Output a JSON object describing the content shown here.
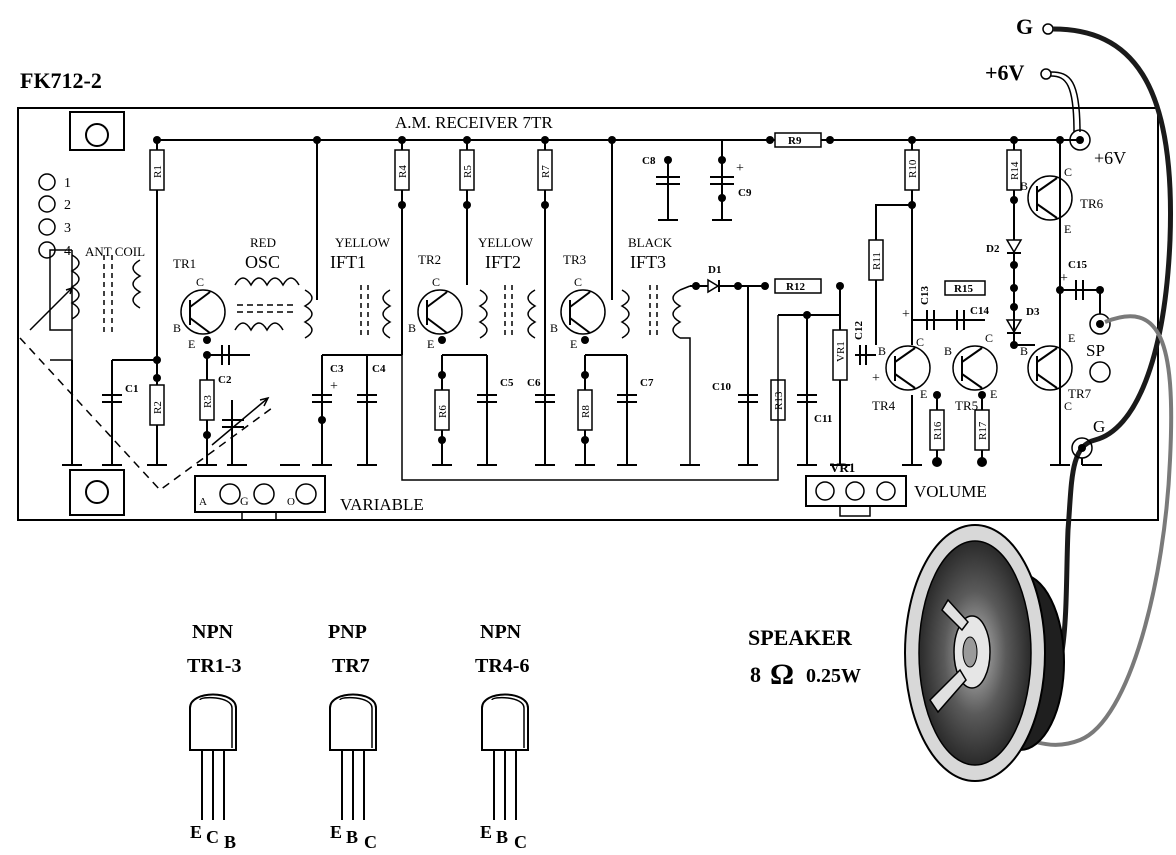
{
  "board": {
    "code": "FK712-2",
    "title": "A.M. RECEIVER 7TR",
    "plus6v_on_board": "+6V",
    "pads": [
      "1",
      "2",
      "3",
      "4"
    ]
  },
  "terminals": {
    "ground_wire": "G",
    "supply_wire": "+6V"
  },
  "coils": {
    "ant": "ANT COIL",
    "osc_color": "RED",
    "osc": "OSC",
    "ift1_color": "YELLOW",
    "ift1": "IFT1",
    "ift2_color": "YELLOW",
    "ift2": "IFT2",
    "ift3_color": "BLACK",
    "ift3": "IFT3"
  },
  "resistors": [
    "R1",
    "R2",
    "R3",
    "R4",
    "R5",
    "R6",
    "R7",
    "R8",
    "R9",
    "R10",
    "R11",
    "R12",
    "R13",
    "R14",
    "R15",
    "R16",
    "R17"
  ],
  "capacitors": [
    "C1",
    "C2",
    "C3",
    "C4",
    "C5",
    "C6",
    "C7",
    "C8",
    "C9",
    "C10",
    "C11",
    "C12",
    "C13",
    "C14",
    "C15"
  ],
  "diodes": [
    "D1",
    "D2",
    "D3"
  ],
  "transistors": [
    "TR1",
    "TR2",
    "TR3",
    "TR4",
    "TR5",
    "TR6",
    "TR7"
  ],
  "pin_letters": {
    "b": "B",
    "c": "C",
    "e": "E"
  },
  "polarity": "+",
  "variable": {
    "label": "VARIABLE",
    "pins": [
      "A",
      "G",
      "O"
    ]
  },
  "volume": {
    "label": "VOLUME",
    "ref": "VR1"
  },
  "speaker_terminals": {
    "sp": "SP",
    "g": "G"
  },
  "speaker": {
    "title": "SPEAKER",
    "ohm_value": "8",
    "ohm_symbol": "Ω",
    "power": "0.25W"
  },
  "packages": [
    {
      "type": "NPN",
      "label": "TR1-3",
      "pins": [
        "E",
        "C",
        "B"
      ]
    },
    {
      "type": "PNP",
      "label": "TR7",
      "pins": [
        "E",
        "B",
        "C"
      ]
    },
    {
      "type": "NPN",
      "label": "TR4-6",
      "pins": [
        "E",
        "B",
        "C"
      ]
    }
  ]
}
